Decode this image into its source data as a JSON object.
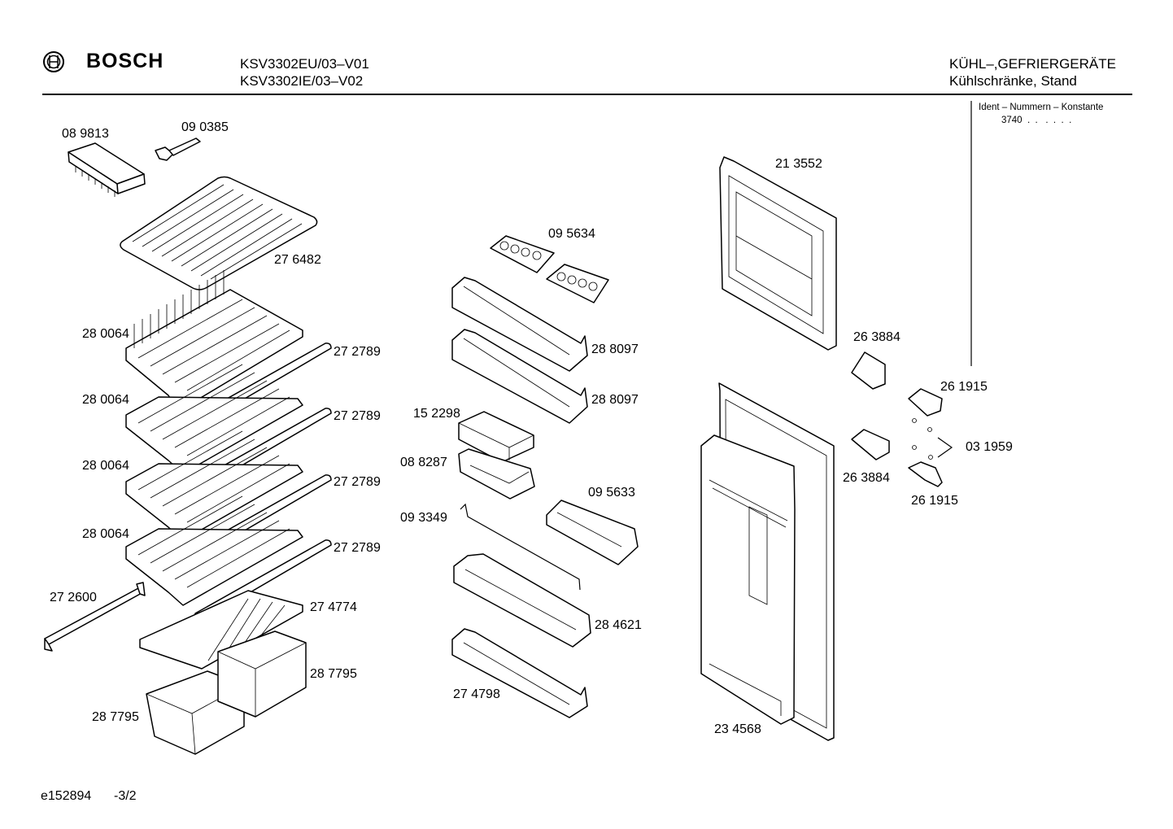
{
  "header": {
    "brand": "BOSCH",
    "models": [
      "KSV3302EU/03–V01",
      "KSV3302IE/03–V02"
    ],
    "category": "KÜHL–,GEFRIERGERÄTE",
    "subcategory": "Kühlschränke, Stand"
  },
  "ident": {
    "label": "Ident – Nummern – Konstante",
    "value": "3740  .  .   .  .  .  ."
  },
  "footer": {
    "drawing_id": "e152894",
    "page": "-3/2"
  },
  "parts": [
    "08 9813",
    "09 0385",
    "27 6482",
    "28 0064",
    "27 2789",
    "28 0064",
    "27 2789",
    "28 0064",
    "27 2789",
    "28 0064",
    "27 2789",
    "27 2600",
    "27 4774",
    "28 7795",
    "28 7795",
    "09 5634",
    "28 8097",
    "28 8097",
    "15 2298",
    "08 8287",
    "09 5633",
    "09 3349",
    "28 4621",
    "27 4798",
    "21 3552",
    "26 3884",
    "26 1915",
    "03 1959",
    "26 3884",
    "26 1915",
    "23 4568"
  ]
}
